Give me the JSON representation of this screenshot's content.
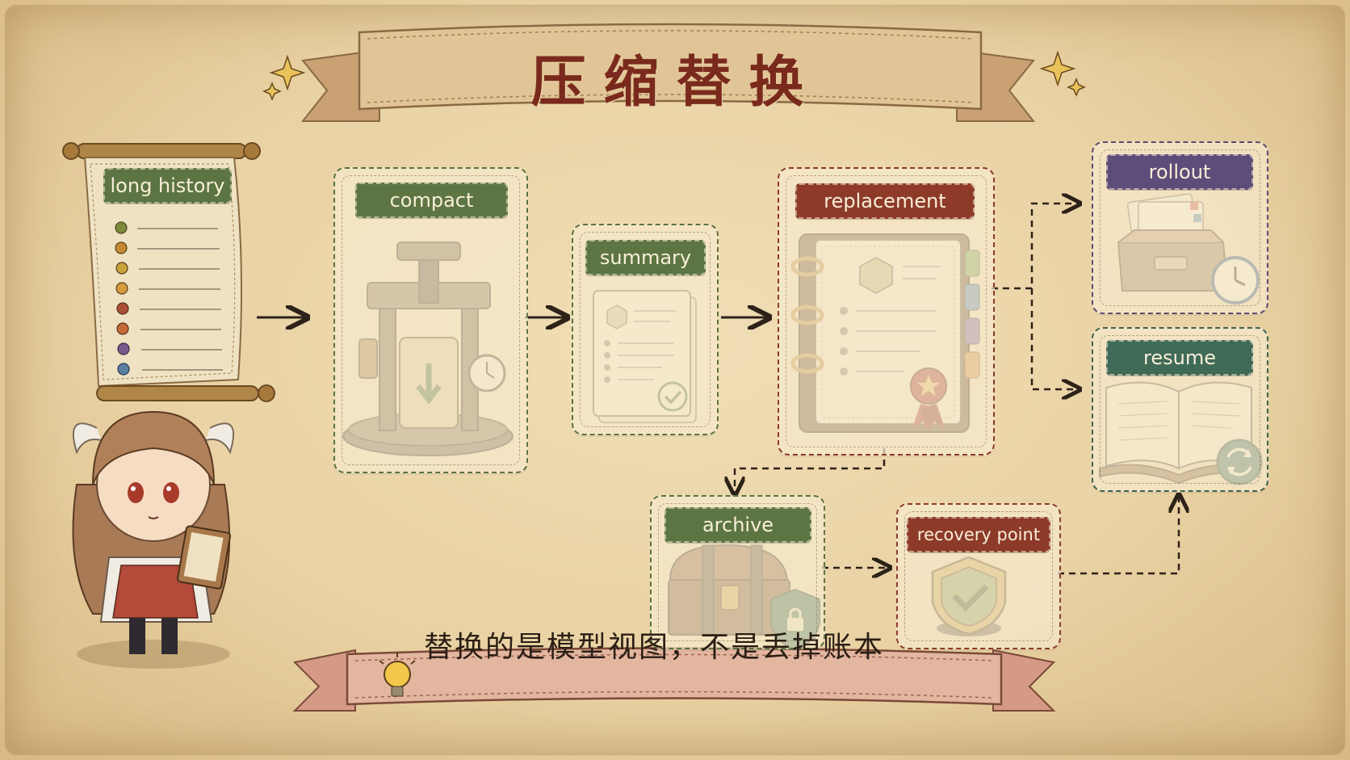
{
  "title": "压缩替换",
  "nodes": {
    "long_history": "long history",
    "compact": "compact",
    "summary": "summary",
    "replacement": "replacement",
    "rollout": "rollout",
    "resume": "resume",
    "archive": "archive",
    "recovery_point": "recovery point"
  },
  "footer_note": "替换的是模型视图，不是丢掉账本",
  "colors": {
    "green": "#5d7543",
    "red": "#8d3a29",
    "purple": "#5e4c7a",
    "teal": "#3f6a57",
    "title": "#7a2a1c"
  },
  "icons": [
    "scroll-icon",
    "press-icon",
    "document-icon",
    "binder-icon",
    "drawer-icon",
    "clock-icon",
    "book-icon",
    "refresh-icon",
    "chest-icon",
    "lock-shield-icon",
    "check-shield-icon",
    "lightbulb-icon"
  ]
}
